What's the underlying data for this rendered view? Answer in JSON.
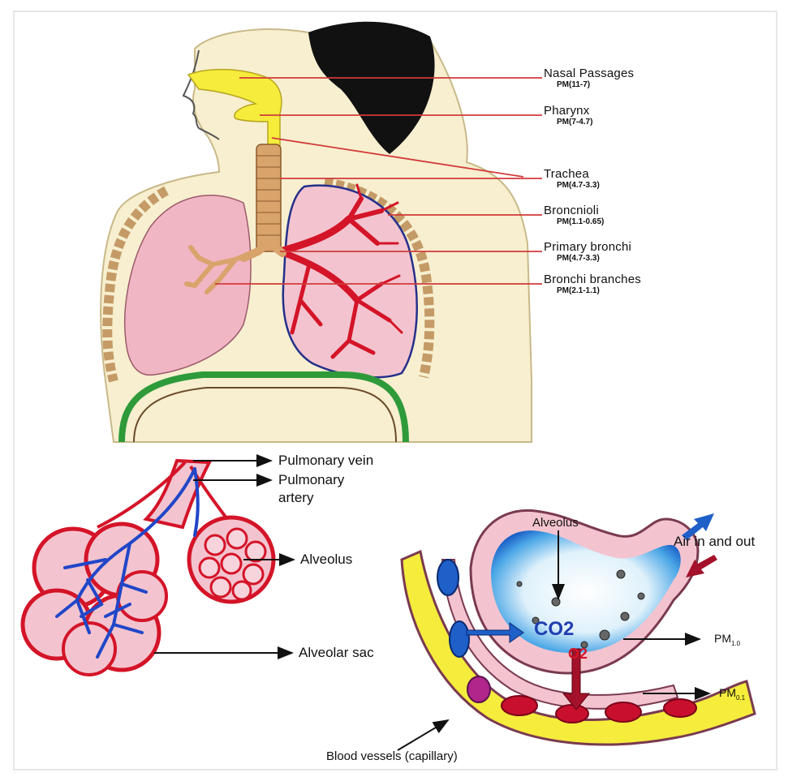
{
  "upper_labels": [
    {
      "name": "Nasal Passages",
      "pm": "PM(11-7)"
    },
    {
      "name": "Pharynx",
      "pm": "PM(7-4.7)"
    },
    {
      "name": "Trachea",
      "pm": "PM(4.7-3.3)"
    },
    {
      "name": "Broncnioli",
      "pm": "PM(1.1-0.65)"
    },
    {
      "name": "Primary bronchi",
      "pm": "PM(4.7-3.3)"
    },
    {
      "name": "Bronchi branches",
      "pm": "PM(2.1-1.1)"
    }
  ],
  "lower_left_labels": {
    "pulmonary_vein": "Pulmonary vein",
    "pulmonary_artery_1": "Pulmonary",
    "pulmonary_artery_2": "artery",
    "alveolus": "Alveolus",
    "alveolar_sac": "Alveolar sac"
  },
  "lower_right_labels": {
    "alveolus": "Alveolus",
    "air": "Air in and out",
    "co2": "CO2",
    "o2": "O2",
    "pm_1": {
      "base": "PM",
      "sub": "1.0"
    },
    "pm_2": {
      "base": "PM",
      "sub": "0.1"
    },
    "blood_vessels": "Blood vessels (capillary)"
  },
  "colors": {
    "label_line": "#d23a3a",
    "arrow": "#111111",
    "lung_pink": "#f1b6c4",
    "vessel_red": "#d41428",
    "vein_blue": "#2146c8",
    "airway_yellow": "#f5ec3c",
    "trachea_tan": "#d9a36c",
    "diaphragm_green": "#2e9a3a"
  }
}
